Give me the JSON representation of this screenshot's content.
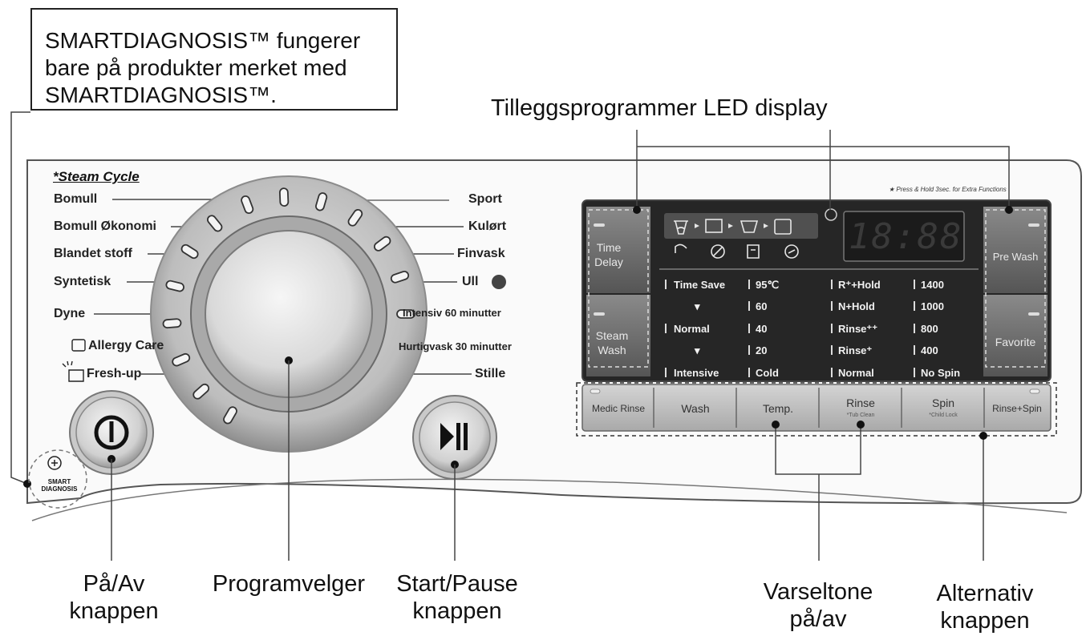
{
  "callout": {
    "lines": [
      "SMARTDIAGNOSIS™ fungerer",
      "bare på produkter merket med",
      "SMARTDIAGNOSIS™."
    ]
  },
  "led_display_label": "Tilleggsprogrammer LED display",
  "steam_cycle_title": "*Steam Cycle",
  "programs_left": [
    "Bomull",
    "Bomull Økonomi",
    "Blandet stoff",
    "Syntetisk",
    "Dyne",
    "Allergy Care",
    "Fresh-up"
  ],
  "programs_right": [
    "Sport",
    "Kulørt",
    "Finvask",
    "Ull",
    "Intensiv 60 minutter",
    "Hurtigvask 30 minutter",
    "Stille"
  ],
  "hint_text": "★ Press & Hold 3sec. for Extra Functions",
  "display_digits": "18:88",
  "left_buttons": [
    {
      "label_1": "Time",
      "label_2": "Delay"
    },
    {
      "label_1": "Steam",
      "label_2": "Wash"
    }
  ],
  "right_buttons": [
    {
      "label": "Pre Wash"
    },
    {
      "label": "Favorite"
    }
  ],
  "option_grid": {
    "col1": [
      "Time Save",
      "▾",
      "Normal",
      "▾",
      "Intensive"
    ],
    "col2": [
      "95℃",
      "60",
      "40",
      "20",
      "Cold"
    ],
    "col3": [
      "R⁺+Hold",
      "N+Hold",
      "Rinse⁺⁺",
      "Rinse⁺",
      "Normal"
    ],
    "col4": [
      "1400",
      "1000",
      "800",
      "400",
      "No Spin"
    ]
  },
  "option_buttons": [
    {
      "label": "Medic Rinse",
      "sub": ""
    },
    {
      "label": "Wash",
      "sub": ""
    },
    {
      "label": "Temp.",
      "sub": ""
    },
    {
      "label": "Rinse",
      "sub": "*Tub Clean"
    },
    {
      "label": "Spin",
      "sub": "*Child Lock"
    },
    {
      "label": "Rinse+Spin",
      "sub": ""
    }
  ],
  "smart_badge": {
    "line_1": "SMART",
    "line_2": "DIAGNOSIS"
  },
  "bottom_labels": {
    "power_1": "På/Av",
    "power_2": "knappen",
    "selector": "Programvelger",
    "start_1": "Start/Pause",
    "start_2": "knappen",
    "beep_1": "Varseltone",
    "beep_2": "på/av",
    "option_1": "Alternativ",
    "option_2": "knappen"
  },
  "colors": {
    "panel_dark": "#2b2b2b",
    "button_grey": "#6e6e6e",
    "option_strip": "#bdbdbd",
    "knob_ring": "#9a9a9a"
  }
}
